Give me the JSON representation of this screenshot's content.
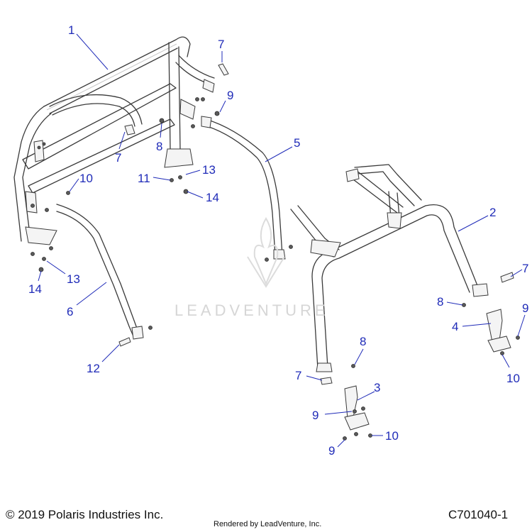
{
  "callouts": [
    {
      "label": "1"
    },
    {
      "label": "7"
    },
    {
      "label": "9"
    },
    {
      "label": "8"
    },
    {
      "label": "7"
    },
    {
      "label": "5"
    },
    {
      "label": "11"
    },
    {
      "label": "13"
    },
    {
      "label": "14"
    },
    {
      "label": "10"
    },
    {
      "label": "13"
    },
    {
      "label": "14"
    },
    {
      "label": "6"
    },
    {
      "label": "12"
    },
    {
      "label": "2"
    },
    {
      "label": "7"
    },
    {
      "label": "8"
    },
    {
      "label": "9"
    },
    {
      "label": "4"
    },
    {
      "label": "10"
    },
    {
      "label": "8"
    },
    {
      "label": "7"
    },
    {
      "label": "3"
    },
    {
      "label": "9"
    },
    {
      "label": "10"
    },
    {
      "label": "9"
    }
  ],
  "footer": {
    "copyright": "© 2019 Polaris Industries Inc.",
    "rendered_by": "Rendered by LeadVenture, Inc.",
    "diagram_id": "C701040-1"
  },
  "watermark": "LEADVENTURE",
  "colors": {
    "callout": "#1f2bb8",
    "line": "#3a3a3a",
    "watermark": "#d6d6d6"
  }
}
